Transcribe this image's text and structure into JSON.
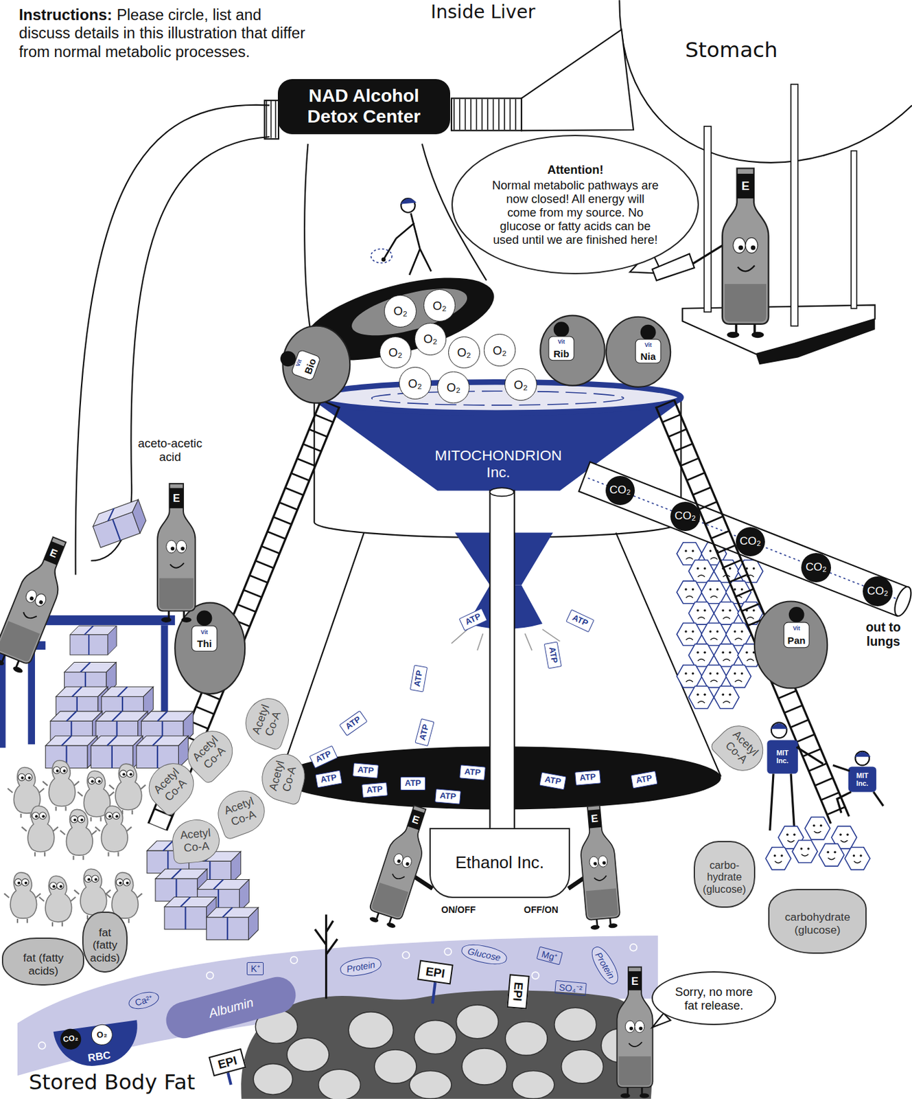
{
  "diagram": {
    "title": "Inside Liver",
    "nodes": [
      {
        "text": [
          "NAD Alcohol Detox Center"
        ]
      },
      {
        "text": [
          "Attention!",
          "Normal metabolic pathways are now closed! All energy will come from my source. No glucose or fatty acids can be used until we are finished here!"
        ]
      },
      {
        "text": [
          "O₂"
        ]
      },
      {
        "text": [
          "O₂"
        ]
      },
      {
        "text": [
          "O₂"
        ]
      },
      {
        "text": [
          "O₂"
        ]
      },
      {
        "text": [
          "O₂"
        ]
      },
      {
        "text": [
          "O₂"
        ]
      },
      {
        "text": [
          "O₂"
        ]
      },
      {
        "text": [
          "O₂"
        ]
      },
      {
        "text": [
          "O₂"
        ]
      },
      {
        "text": [
          "MITOCHONDRION Inc."
        ]
      },
      {
        "text": [
          "CO₂"
        ]
      },
      {
        "text": [
          "CO₂"
        ]
      },
      {
        "text": [
          "CO₂"
        ]
      },
      {
        "text": [
          "CO₂"
        ]
      },
      {
        "text": [
          "CO₂"
        ]
      },
      {
        "text": [
          "ATP"
        ]
      },
      {
        "text": [
          "ATP"
        ]
      },
      {
        "text": [
          "ATP"
        ]
      },
      {
        "text": [
          "ATP"
        ]
      },
      {
        "text": [
          "ATP"
        ]
      },
      {
        "text": [
          "ATP"
        ]
      },
      {
        "text": [
          "ATP"
        ]
      },
      {
        "text": [
          "ATP"
        ]
      },
      {
        "text": [
          "ATP"
        ]
      },
      {
        "text": [
          "ATP"
        ]
      },
      {
        "text": [
          "ATP"
        ]
      },
      {
        "text": [
          "ATP"
        ]
      },
      {
        "text": [
          "ATP"
        ]
      },
      {
        "text": [
          "ATP"
        ]
      },
      {
        "text": [
          "ATP"
        ]
      },
      {
        "text": [
          "ATP"
        ]
      },
      {
        "text": [
          "Acetyl Co-A"
        ]
      },
      {
        "text": [
          "Acetyl Co-A"
        ]
      },
      {
        "text": [
          "Acetyl Co-A"
        ]
      },
      {
        "text": [
          "Acetyl Co-A"
        ]
      },
      {
        "text": [
          "Acetyl Co-A"
        ]
      },
      {
        "text": [
          "Acetyl Co-A"
        ]
      },
      {
        "text": [
          "Acetyl Co-A"
        ]
      },
      {
        "text": [
          "Ethanol Inc."
        ]
      },
      {
        "text": [
          "fat (fatty acids)"
        ]
      },
      {
        "text": [
          "fat (fatty acids)"
        ]
      },
      {
        "text": [
          "carbo- hydrate (glucose)"
        ]
      },
      {
        "text": [
          "carbohydrate (glucose)"
        ]
      },
      {
        "text": [
          "K⁺"
        ]
      },
      {
        "text": [
          "Protein"
        ]
      },
      {
        "text": [
          "Glucose"
        ]
      },
      {
        "text": [
          "Mg⁺"
        ]
      },
      {
        "text": [
          "Protein"
        ]
      },
      {
        "text": [
          "SO₄⁻²"
        ]
      },
      {
        "text": [
          "Ca²⁺"
        ]
      },
      {
        "text": [
          "Albumin"
        ]
      },
      {
        "text": [
          "RBC"
        ]
      },
      {
        "text": [
          "CO₂"
        ],
        "in": 53
      },
      {
        "text": [
          "O₂"
        ],
        "in": 53
      },
      {
        "text": [
          "EPI"
        ]
      },
      {
        "text": [
          "EPI"
        ]
      },
      {
        "text": [
          "EPI"
        ]
      },
      {
        "text": [
          "Sorry, no more fat release."
        ]
      }
    ],
    "labels": [
      "Instructions:",
      "Please circle, list and discuss details in this illustration that differ from normal metabolic processes.",
      "Stomach",
      "aceto-acetic acid",
      "out to lungs",
      "ON/OFF",
      "OFF/ON",
      "Stored Body Fat",
      "E",
      "E",
      "E",
      "E",
      "E",
      "E",
      "Vit",
      "Bio",
      "Vit",
      "Rib",
      "Vit",
      "Nia",
      "Vit",
      "Thi",
      "Vit",
      "Pan",
      "MIT Inc.",
      "MIT Inc."
    ]
  }
}
